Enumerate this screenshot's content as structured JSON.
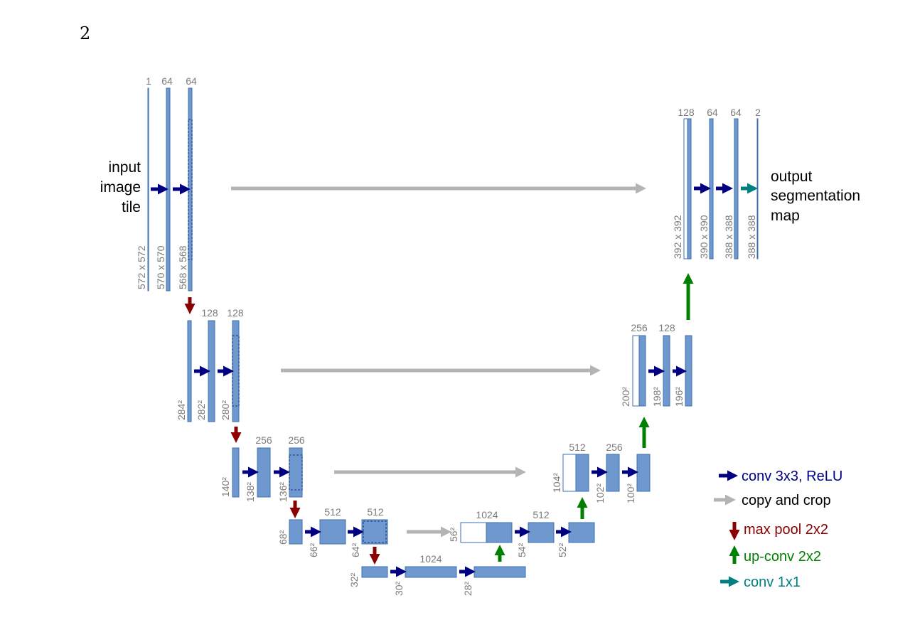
{
  "page_number": "2",
  "input_label": [
    "input",
    "image",
    "tile"
  ],
  "output_label": [
    "output",
    "segmentation",
    "map"
  ],
  "levels": {
    "l1_enc": {
      "channels": [
        "1",
        "64",
        "64"
      ],
      "sizes": [
        "572 x 572",
        "570 x 570",
        "568 x 568"
      ]
    },
    "l2_enc": {
      "channels": [
        "128",
        "128"
      ],
      "sizes": [
        "284²",
        "282²",
        "280²"
      ]
    },
    "l3_enc": {
      "channels": [
        "256",
        "256"
      ],
      "sizes": [
        "140²",
        "138²",
        "136²"
      ]
    },
    "l4_enc": {
      "channels": [
        "512",
        "512"
      ],
      "sizes": [
        "68²",
        "66²",
        "64²"
      ]
    },
    "l5": {
      "channels": [
        "1024"
      ],
      "sizes": [
        "32²",
        "30²",
        "28²"
      ]
    },
    "l4_dec": {
      "channels": [
        "1024",
        "512"
      ],
      "sizes": [
        "56²",
        "54²",
        "52²"
      ]
    },
    "l3_dec": {
      "channels": [
        "512",
        "256"
      ],
      "sizes": [
        "104²",
        "102²",
        "100²"
      ]
    },
    "l2_dec": {
      "channels": [
        "256",
        "128"
      ],
      "sizes": [
        "200²",
        "198²",
        "196²"
      ]
    },
    "l1_dec": {
      "channels": [
        "128",
        "64",
        "64",
        "2"
      ],
      "sizes": [
        "392 x 392",
        "390 x 390",
        "388 x 388",
        "388 x 388"
      ]
    }
  },
  "legend": {
    "conv": "conv 3x3, ReLU",
    "copy": "copy and crop",
    "pool": "max pool 2x2",
    "upconv": "up-conv 2x2",
    "conv1x1": "conv 1x1"
  },
  "colors": {
    "conv": "#000080",
    "copy": "#b4b4b4",
    "pool": "#8b0000",
    "upconv": "#008000",
    "conv1x1": "#008080",
    "feature_map": "#6f98cf"
  }
}
